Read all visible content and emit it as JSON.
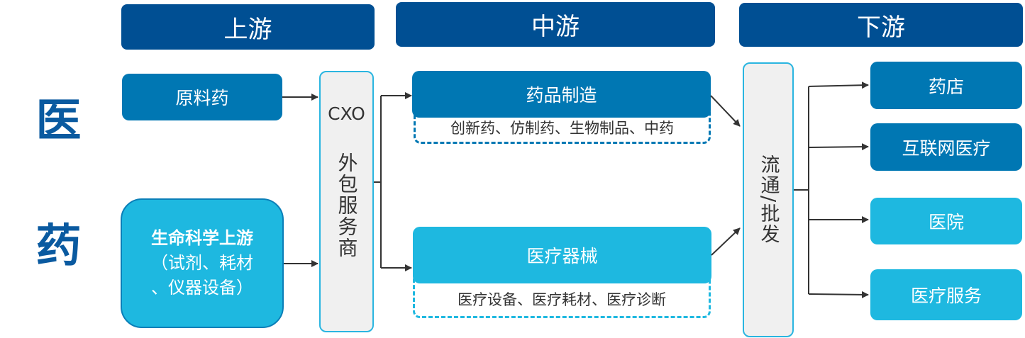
{
  "headers": {
    "upstream": "上游",
    "midstream": "中游",
    "downstream": "下游"
  },
  "side_title": {
    "char1": "医",
    "char2": "药"
  },
  "upstream": {
    "api": "原料药",
    "life_science_line1": "生命科学上游",
    "life_science_line2": "（试剂、耗材",
    "life_science_line3": "、仪器设备）"
  },
  "cxo": {
    "abbr": "CXO",
    "label": "外包服务商"
  },
  "midstream": {
    "pharma": {
      "title": "药品制造",
      "sub": "创新药、仿制药、生物制品、中药"
    },
    "devices": {
      "title": "医疗器械",
      "sub": "医疗设备、医疗耗材、医疗诊断"
    }
  },
  "distribution": "流通/批发",
  "downstream": [
    "药店",
    "互联网医疗",
    "医院",
    "医疗服务"
  ],
  "colors": {
    "header": "#004f93",
    "dark": "#0077b3",
    "light": "#1eb8e0",
    "border": "#2ab5e0"
  }
}
